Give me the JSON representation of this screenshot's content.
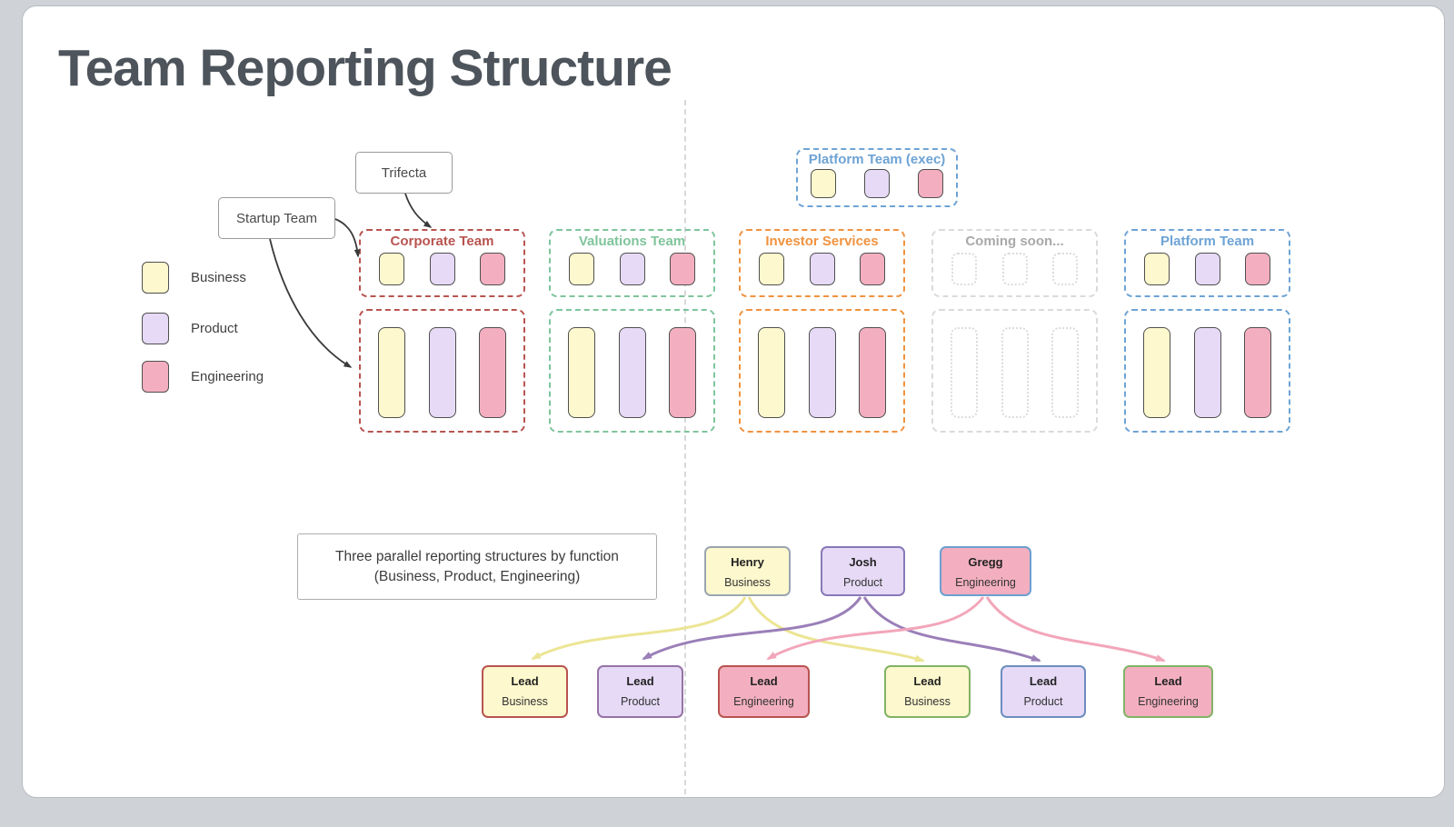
{
  "page": {
    "title": "Team Reporting Structure"
  },
  "colors": {
    "roles": {
      "business": "#fdf8cd",
      "product": "#e6daf6",
      "engineering": "#f3afc0"
    },
    "swatch_border": "#4f4f4f",
    "divider": "#d8d8d8",
    "arrow_black": "#3a3a3a",
    "arrow_henry": "#ece594",
    "arrow_josh": "#9a7fb8",
    "arrow_gregg": "#f2a6ba"
  },
  "legend": {
    "items": [
      {
        "label": "Business",
        "role": "business"
      },
      {
        "label": "Product",
        "role": "product"
      },
      {
        "label": "Engineering",
        "role": "engineering"
      }
    ]
  },
  "callouts": {
    "trifecta": "Trifecta",
    "startup": "Startup Team"
  },
  "exec_team": {
    "label": "Platform Team (exec)",
    "color": "#6ea3d5"
  },
  "teams": [
    {
      "name": "Corporate Team",
      "color": "#b85450",
      "placeholder": false
    },
    {
      "name": "Valuations Team",
      "color": "#7fc49b",
      "placeholder": false
    },
    {
      "name": "Investor Services",
      "color": "#f0923f",
      "placeholder": false
    },
    {
      "name": "Coming soon...",
      "color": "#a9a9a9",
      "placeholder": true
    },
    {
      "name": "Platform Team",
      "color": "#6ea3d5",
      "placeholder": false
    }
  ],
  "note": {
    "line1": "Three parallel reporting structures by function",
    "line2": "(Business, Product, Engineering)"
  },
  "org": {
    "managers": [
      {
        "name": "Henry",
        "role": "Business",
        "border_color": "#9aa5b1"
      },
      {
        "name": "Josh",
        "role": "Product",
        "border_color": "#8879b8"
      },
      {
        "name": "Gregg",
        "role": "Engineering",
        "border_color": "#6c9fd0"
      }
    ],
    "leads": [
      {
        "label": "Lead",
        "role": "Business",
        "border_color": "#b85450"
      },
      {
        "label": "Lead",
        "role": "Product",
        "border_color": "#9673a6"
      },
      {
        "label": "Lead",
        "role": "Engineering",
        "border_color": "#b85450"
      },
      {
        "label": "Lead",
        "role": "Business",
        "border_color": "#82b366"
      },
      {
        "label": "Lead",
        "role": "Product",
        "border_color": "#6c8ebf"
      },
      {
        "label": "Lead",
        "role": "Engineering",
        "border_color": "#82b366"
      }
    ]
  }
}
